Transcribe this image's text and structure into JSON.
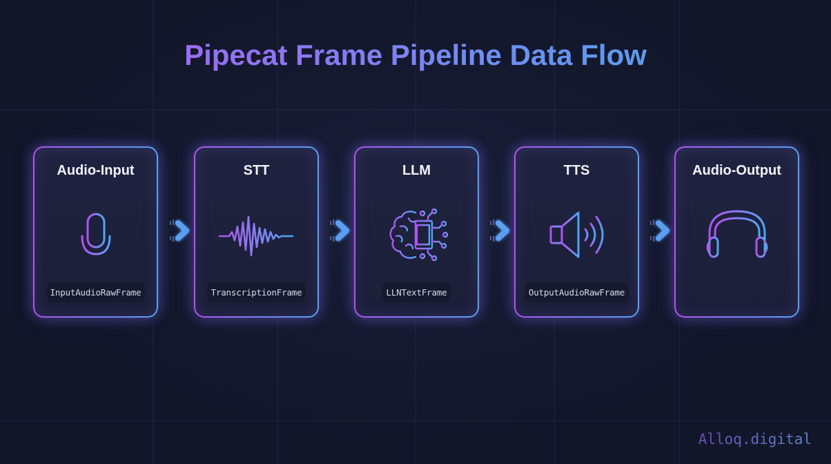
{
  "title": "Pipecat Frame Pipeline Data Flow",
  "colors": {
    "background": "#121629",
    "gradient_start": "#a45ff0",
    "gradient_end": "#49a8ee",
    "card_fill": "#1d2139",
    "pill_fill": "#161a2e"
  },
  "stages": [
    {
      "title": "Audio-Input",
      "icon": "microphone-icon",
      "frame": "InputAudioRawFrame"
    },
    {
      "title": "STT",
      "icon": "waveform-icon",
      "frame": "TranscriptionFrame"
    },
    {
      "title": "LLM",
      "icon": "brain-chip-icon",
      "frame": "LLNTextFrame"
    },
    {
      "title": "TTS",
      "icon": "speaker-icon",
      "frame": "OutputAudioRawFrame"
    },
    {
      "title": "Audio-Output",
      "icon": "headphones-icon",
      "frame": null
    }
  ],
  "connectors": [
    {
      "from": "Audio-Input",
      "to": "STT",
      "icon": "arrow-right-icon"
    },
    {
      "from": "STT",
      "to": "LLM",
      "icon": "arrow-right-icon"
    },
    {
      "from": "LLM",
      "to": "TTS",
      "icon": "arrow-right-icon"
    },
    {
      "from": "TTS",
      "to": "Audio-Output",
      "icon": "arrow-right-icon"
    }
  ],
  "watermark": "Alloq.digital"
}
